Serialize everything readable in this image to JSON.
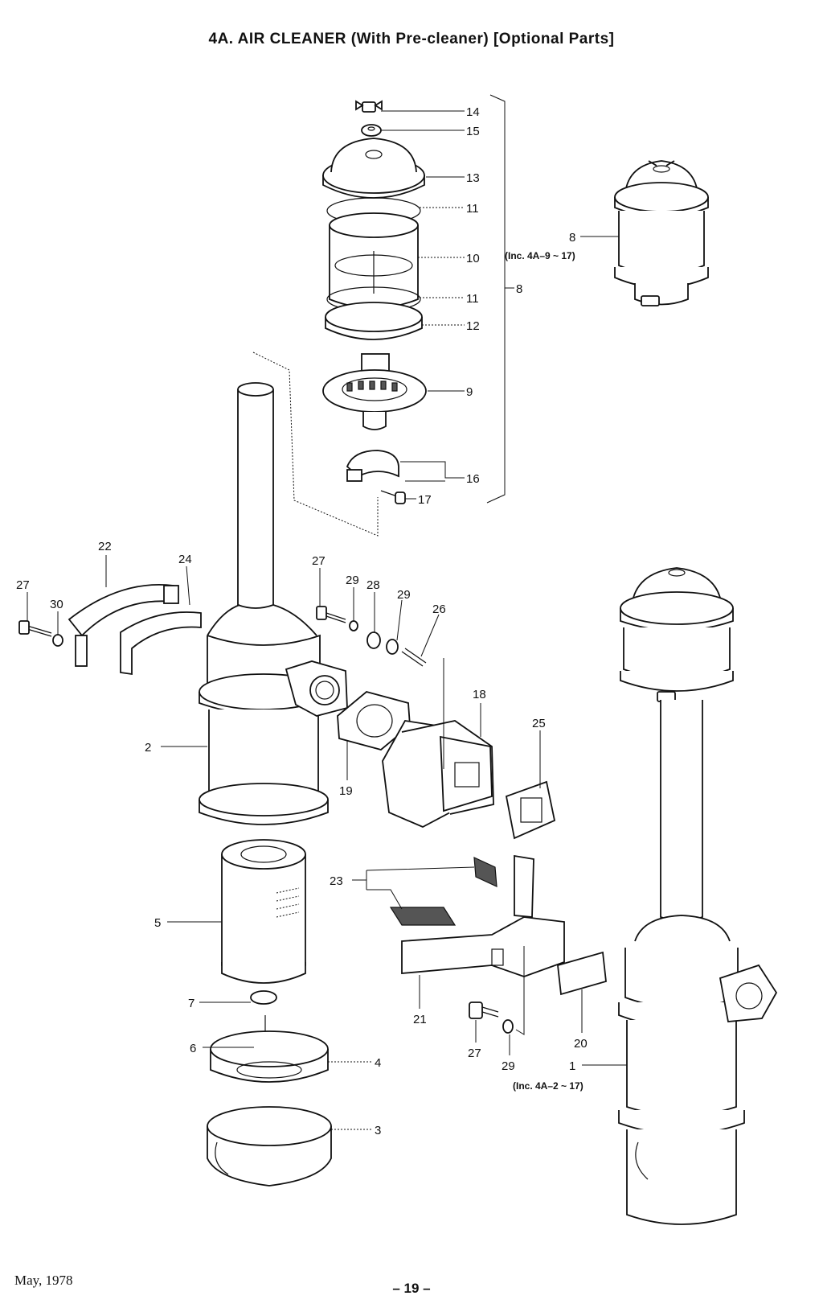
{
  "title": "4A.   AIR CLEANER (With Pre-cleaner) [Optional Parts]",
  "callouts": [
    "1",
    "2",
    "3",
    "4",
    "5",
    "6",
    "7",
    "8",
    "9",
    "10",
    "11",
    "12",
    "13",
    "14",
    "15",
    "16",
    "17",
    "18",
    "19",
    "20",
    "21",
    "22",
    "23",
    "24",
    "25",
    "26",
    "27",
    "28",
    "29",
    "30"
  ],
  "notes": {
    "pre_cleaner": "(Inc. 4A–9 ~ 17)",
    "air_cleaner": "(Inc. 4A–2 ~ 17)"
  },
  "footer": {
    "date": "May, 1978",
    "page": "– 19 –"
  }
}
